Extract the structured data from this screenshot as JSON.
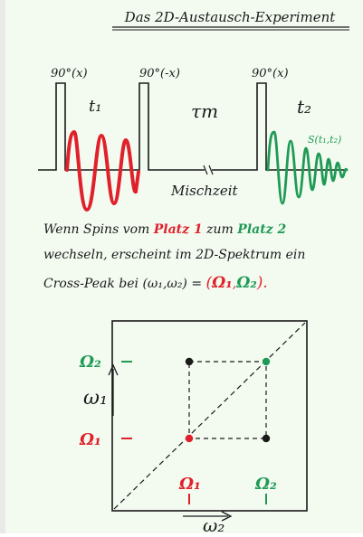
{
  "title": "Das 2D-Austausch-Experiment",
  "pulse_sequence": {
    "pulse_1": "90°(x)",
    "pulse_2": "90°(-x)",
    "pulse_3": "90°(x)",
    "t1": "t₁",
    "tau_m": "τm",
    "t2": "t₂",
    "mixing_label": "Mischzeit",
    "signal_label": "S(t₁,t₂)"
  },
  "text": {
    "line1_prefix": "Wenn Spins vom ",
    "line1_platz1": "Platz 1",
    "line1_mid": " zum ",
    "line1_platz2": "Platz 2",
    "line2": "wechseln, erscheint im 2D-Spektrum ein",
    "line3_prefix": "Cross-Peak bei  (ω₁,ω₂) = ",
    "line3_open": "(",
    "line3_omega1": "Ω₁",
    "line3_comma": ",",
    "line3_omega2": "Ω₂",
    "line3_close": ")."
  },
  "spectrum": {
    "omega1_axis": "ω₁",
    "omega2_axis": "ω₂",
    "Omega1_y": "Ω₁",
    "Omega2_y": "Ω₂",
    "Omega1_x": "Ω₁",
    "Omega2_x": "Ω₂"
  },
  "colors": {
    "ink": "#1a1a1a",
    "red": "#e0202a",
    "green": "#1f9a55",
    "paper": "#f3fbf1"
  }
}
